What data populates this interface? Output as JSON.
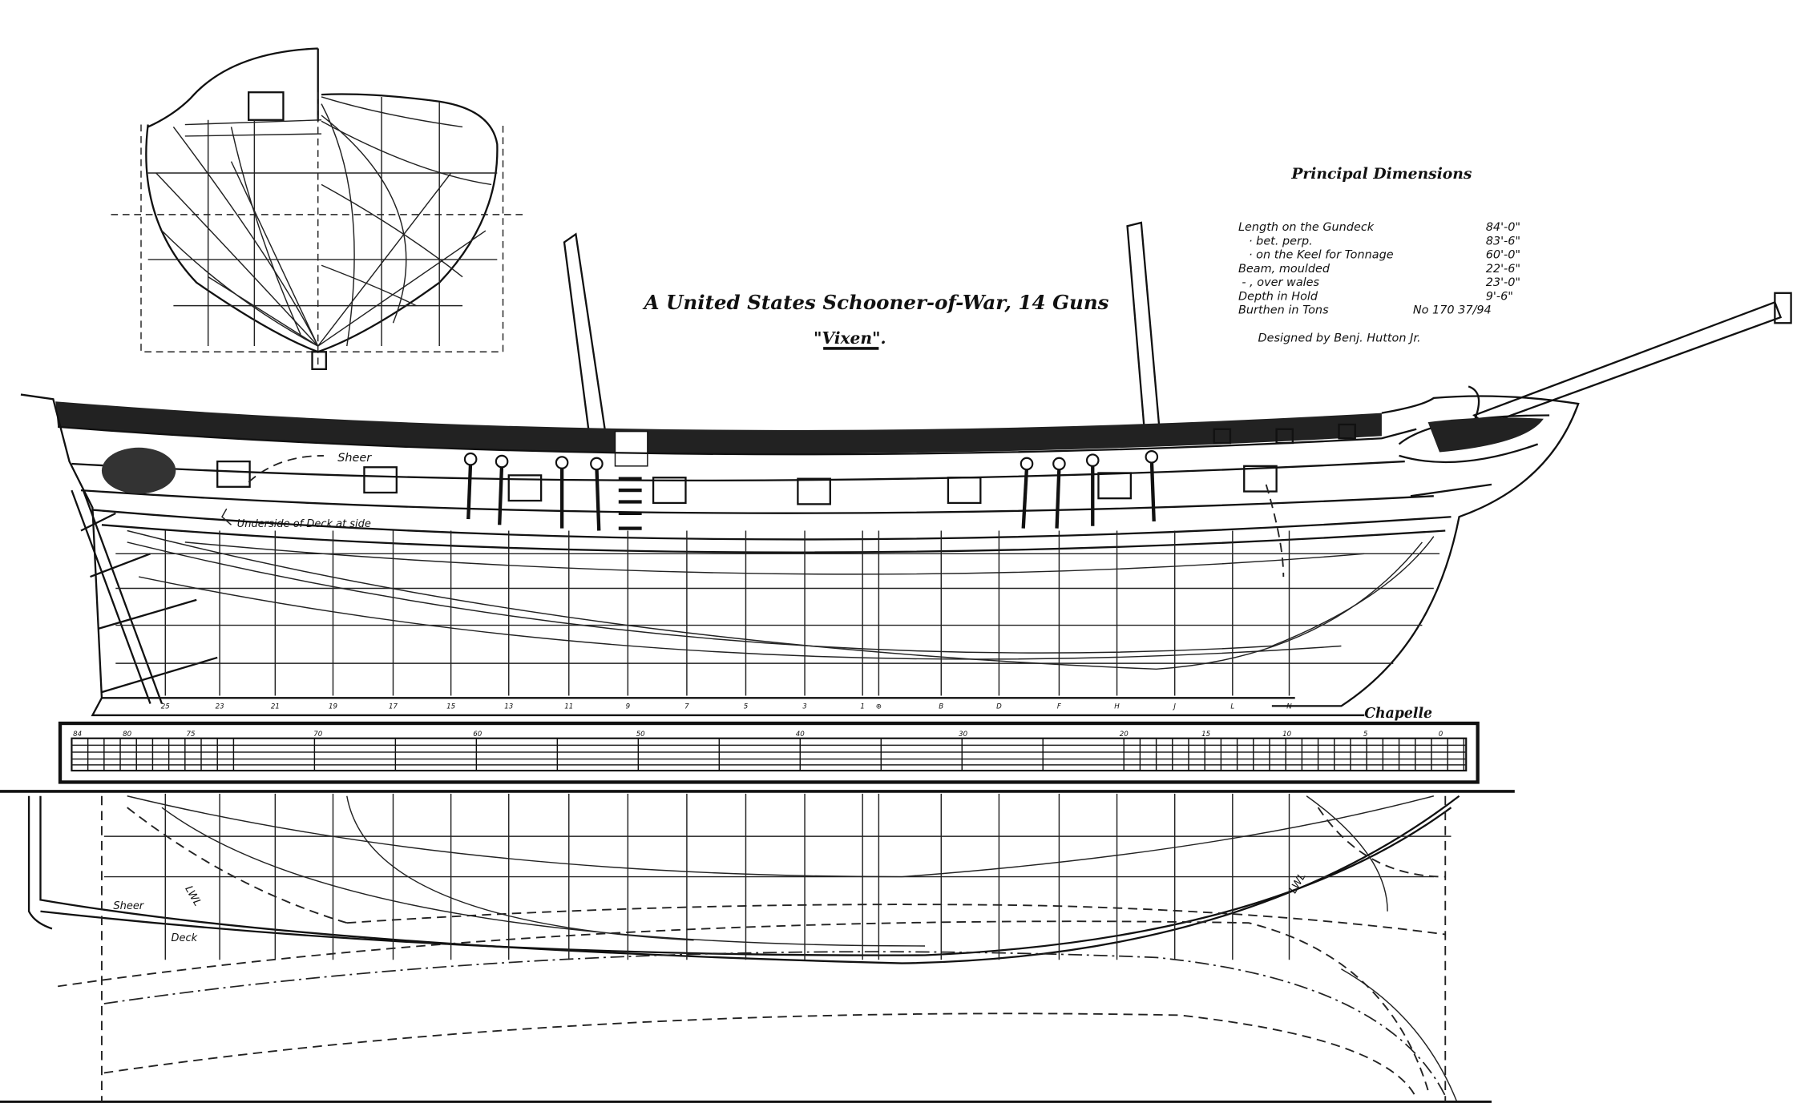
{
  "title": {
    "main": "A United States Schooner-of-War, 14 Guns",
    "name": "\"Vixen\"."
  },
  "dimensions": {
    "heading": "Principal Dimensions",
    "rows": [
      {
        "label": "Length on the Gundeck",
        "value": "84'-0\""
      },
      {
        "label": "·   bet. perp.",
        "value": "83'-6\""
      },
      {
        "label": "·   on the Keel for Tonnage",
        "value": "60'-0\""
      },
      {
        "label": "Beam, moulded",
        "value": "22'-6\""
      },
      {
        "label": "-   , over wales",
        "value": "23'-0\""
      },
      {
        "label": "Depth in Hold",
        "value": "9'-6\""
      },
      {
        "label": "Burthen in Tons",
        "value": "No 170 37/94"
      }
    ],
    "designer": "Designed by Benj. Hutton Jr."
  },
  "annotations": {
    "sheer_profile": "Sheer",
    "underside_deck": "Underside of Deck at side",
    "sheer_half": "Sheer",
    "deck_half": "Deck",
    "lwl_aft": "LWL",
    "lwl_fwd": "LWL",
    "signature": "Chapelle"
  },
  "stations": [
    "25",
    "23",
    "21",
    "19",
    "17",
    "15",
    "13",
    "11",
    "9",
    "7",
    "5",
    "3",
    "1",
    "⊕",
    "B",
    "D",
    "F",
    "H",
    "J",
    "L",
    "N"
  ],
  "scale_labels": [
    "84",
    "80",
    "75",
    "70",
    "60",
    "50",
    "40",
    "30",
    "20",
    "15",
    "10",
    "5",
    "0"
  ]
}
